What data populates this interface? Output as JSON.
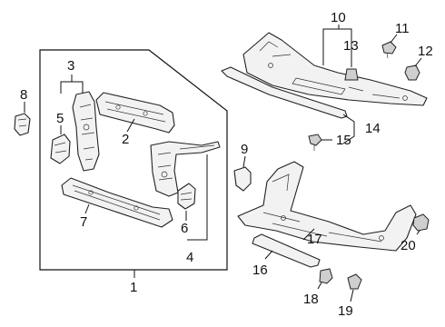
{
  "callouts": {
    "c1": "1",
    "c2": "2",
    "c3": "3",
    "c4": "4",
    "c5": "5",
    "c6": "6",
    "c7": "7",
    "c8": "8",
    "c9": "9",
    "c10": "10",
    "c11": "11",
    "c12": "12",
    "c13": "13",
    "c14": "14",
    "c15": "15",
    "c16": "16",
    "c17": "17",
    "c18": "18",
    "c19": "19",
    "c20": "20"
  },
  "colors": {
    "line": "#111111",
    "part_fill": "#f2f2f2",
    "background": "#ffffff"
  }
}
